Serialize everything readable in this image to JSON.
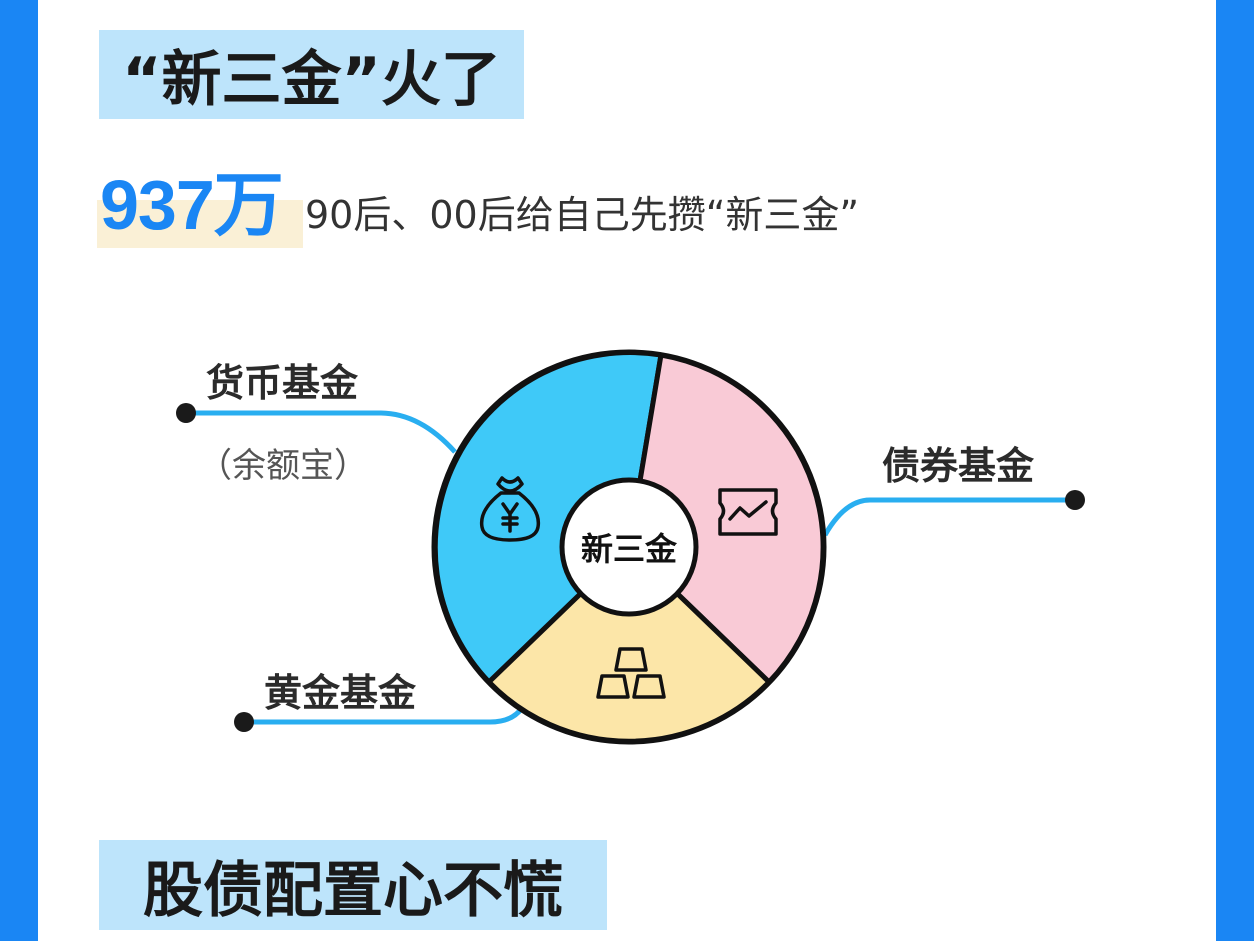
{
  "title": "“新三金”火了",
  "stat": {
    "number": "937万",
    "text": "90后、00后给自己先攒“新三金”"
  },
  "diagram": {
    "center": "新三金",
    "segments": [
      {
        "label": "货币基金",
        "note": "（余额宝）",
        "color": "#3fc9f8",
        "icon": "money-bag-yuan-icon"
      },
      {
        "label": "债券基金",
        "color": "#f9cad6",
        "icon": "bond-chart-ticket-icon"
      },
      {
        "label": "黄金基金",
        "color": "#fce6a8",
        "icon": "gold-bars-icon"
      }
    ],
    "line_color": "#29aef0"
  },
  "section2_title": "股债配置心不慌"
}
